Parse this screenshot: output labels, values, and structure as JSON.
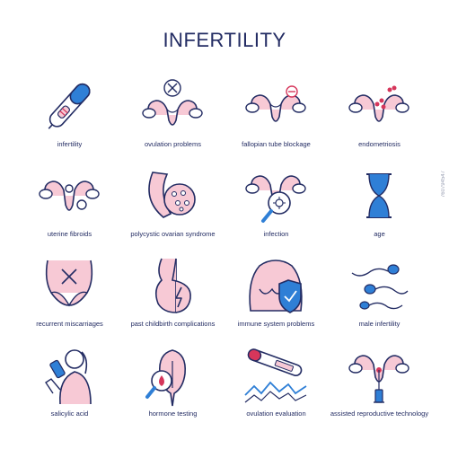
{
  "title": "INFERTILITY",
  "colors": {
    "outline": "#232c63",
    "pink": "#f7c9d5",
    "blue": "#2f7fd6",
    "red": "#d6365b",
    "bg": "#ffffff"
  },
  "icons": [
    {
      "label": "infertility",
      "icon": "pregnancy-test-icon"
    },
    {
      "label": "ovulation problems",
      "icon": "uterus-cross-icon"
    },
    {
      "label": "fallopian tube blockage",
      "icon": "uterus-blocked-tube-icon"
    },
    {
      "label": "endometriosis",
      "icon": "uterus-spots-icon"
    },
    {
      "label": "uterine fibroids",
      "icon": "uterus-fibroid-icon"
    },
    {
      "label": "polycystic ovarian syndrome",
      "icon": "ovary-cyst-icon"
    },
    {
      "label": "infection",
      "icon": "uterus-magnifier-germ-icon"
    },
    {
      "label": "age",
      "icon": "hourglass-icon"
    },
    {
      "label": "recurrent miscarriages",
      "icon": "pelvis-cross-icon"
    },
    {
      "label": "past childbirth complications",
      "icon": "pregnant-lightning-icon"
    },
    {
      "label": "immune system problems",
      "icon": "torso-shield-icon"
    },
    {
      "label": "male infertility",
      "icon": "sperm-icon"
    },
    {
      "label": "salicylic acid",
      "icon": "woman-inhaler-icon"
    },
    {
      "label": "hormone testing",
      "icon": "thyroid-magnifier-icon"
    },
    {
      "label": "ovulation evaluation",
      "icon": "thermometer-chart-icon"
    },
    {
      "label": "assisted reproductive technology",
      "icon": "uterus-syringe-icon"
    }
  ],
  "watermark": "760794547"
}
